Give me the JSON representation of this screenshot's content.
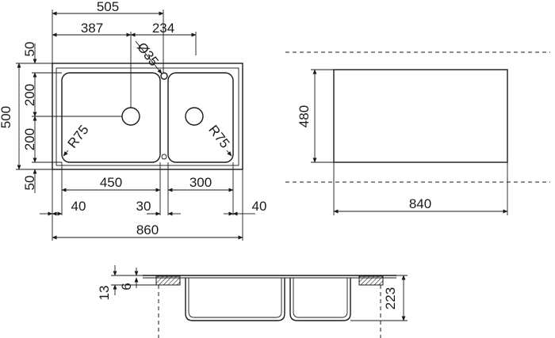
{
  "top_view": {
    "dims": {
      "d505": "505",
      "d387": "387",
      "d234": "234",
      "d35": "Ø35",
      "d50_top": "50",
      "d200_a": "200",
      "d500": "500",
      "d200_b": "200",
      "d50_bottom": "50",
      "r75_left": "R75",
      "r75_right": "R75",
      "d450": "450",
      "d300": "300",
      "d40_left": "40",
      "d30": "30",
      "d40_right": "40",
      "d860": "860"
    }
  },
  "cutout_view": {
    "dims": {
      "d480": "480",
      "d840": "840"
    }
  },
  "section_view": {
    "dims": {
      "d13": "13",
      "d6": "6",
      "d223": "223"
    }
  }
}
